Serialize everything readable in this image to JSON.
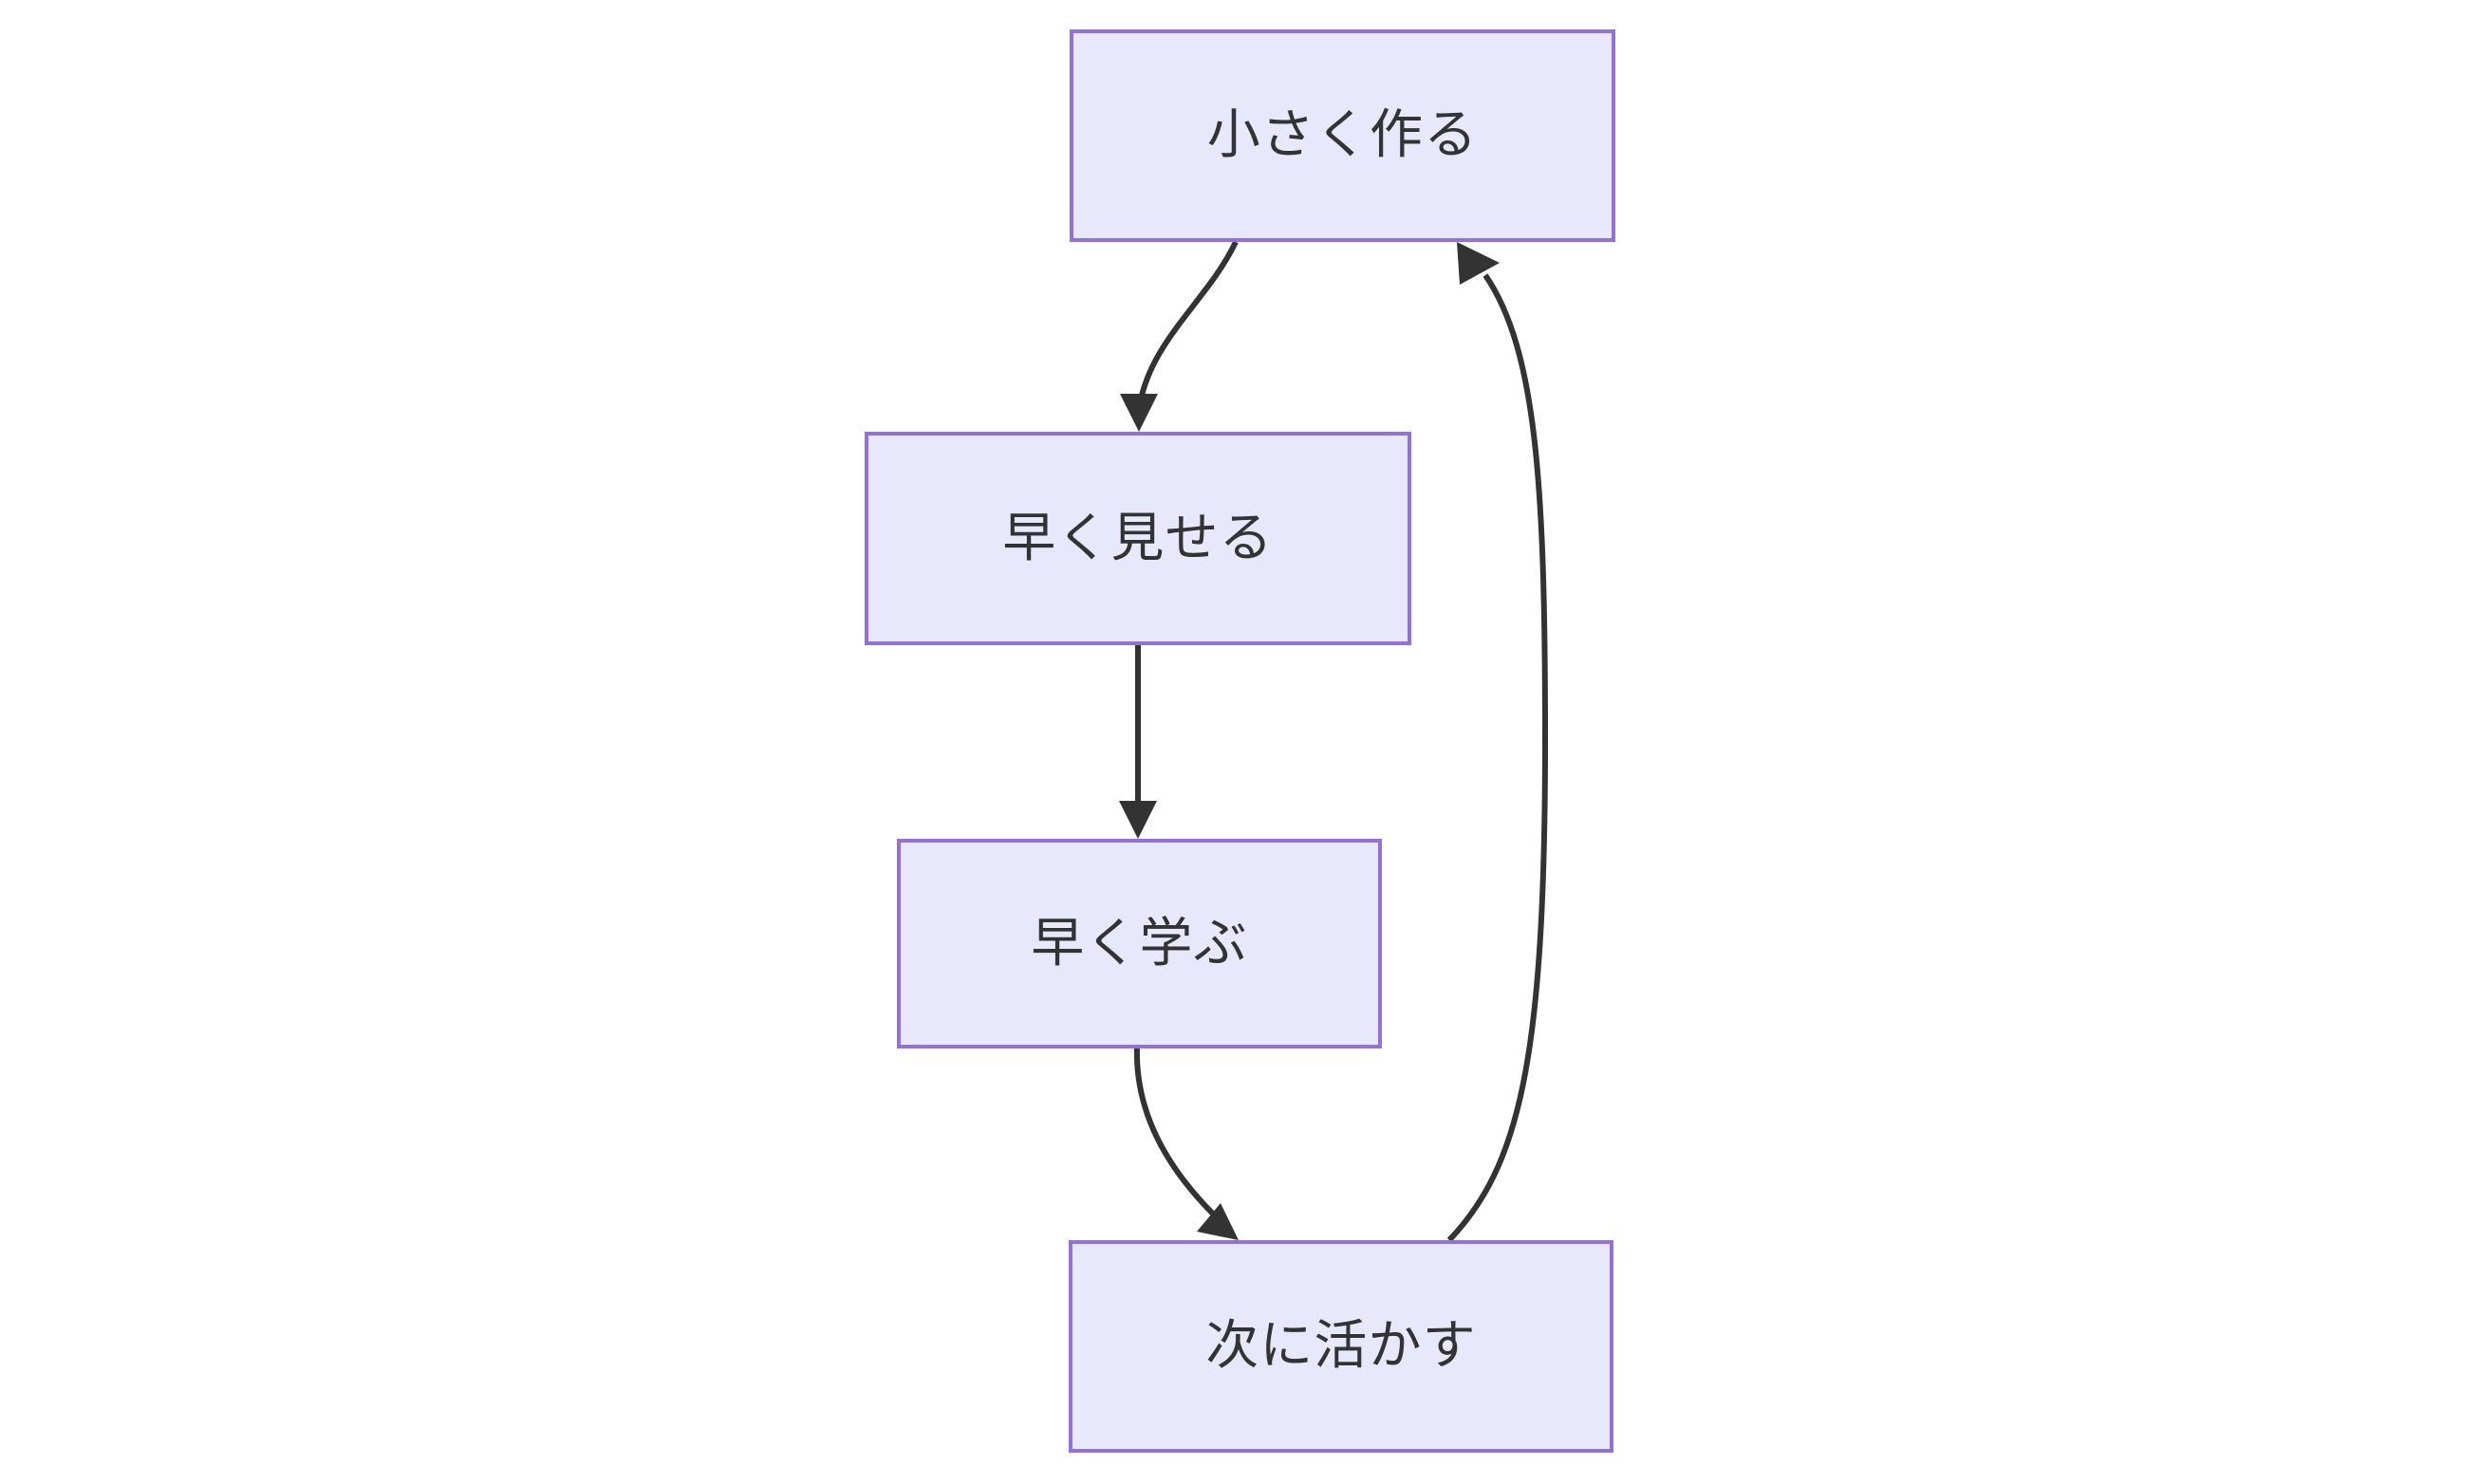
{
  "diagram": {
    "type": "flowchart",
    "direction": "top-to-bottom",
    "background_color": "#ffffff",
    "node_fill_color": "#e8e8fc",
    "node_border_color": "#9370db",
    "node_text_color": "#333333",
    "edge_color": "#333333",
    "nodes": [
      {
        "id": "n0",
        "label": "小さく作る"
      },
      {
        "id": "n1",
        "label": "早く見せる"
      },
      {
        "id": "n2",
        "label": "早く学ぶ"
      },
      {
        "id": "n3",
        "label": "次に活かす"
      }
    ],
    "edges": [
      {
        "from": "n0",
        "to": "n1",
        "style": "curved",
        "arrow": "single",
        "label": ""
      },
      {
        "from": "n1",
        "to": "n2",
        "style": "straight",
        "arrow": "single",
        "label": ""
      },
      {
        "from": "n2",
        "to": "n3",
        "style": "curved",
        "arrow": "single",
        "label": ""
      },
      {
        "from": "n3",
        "to": "n0",
        "style": "curved",
        "arrow": "single",
        "label": ""
      }
    ]
  }
}
